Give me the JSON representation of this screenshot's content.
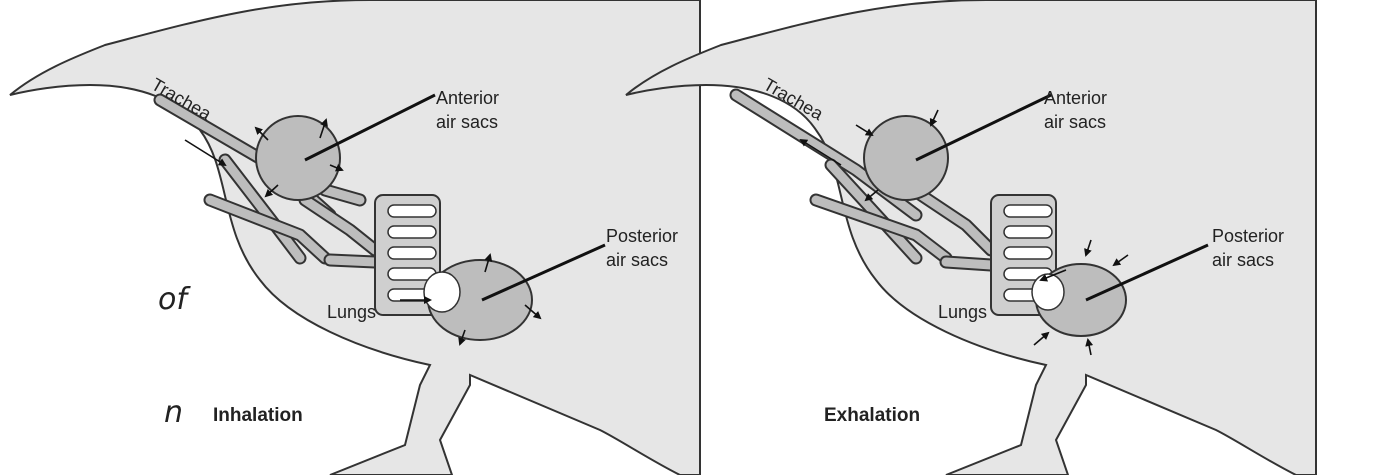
{
  "side_text": {
    "line1": "of",
    "line2": "n"
  },
  "panels": [
    {
      "phase": "Inhalation",
      "labels": {
        "trachea": "Trachea",
        "anterior_line1": "Anterior",
        "anterior_line2": "air sacs",
        "posterior_line1": "Posterior",
        "posterior_line2": "air sacs",
        "lungs": "Lungs"
      }
    },
    {
      "phase": "Exhalation",
      "labels": {
        "trachea": "Trachea",
        "anterior_line1": "Anterior",
        "anterior_line2": "air sacs",
        "posterior_line1": "Posterior",
        "posterior_line2": "air sacs",
        "lungs": "Lungs"
      }
    }
  ],
  "colors": {
    "body": "#e6e6e6",
    "sac": "#bdbdbd",
    "outline": "#333333"
  }
}
